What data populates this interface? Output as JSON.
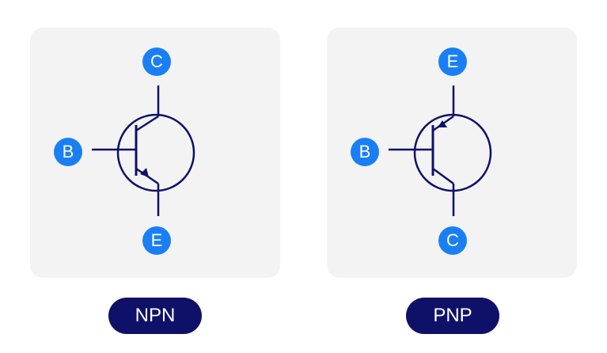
{
  "colors": {
    "panel_bg": "#f3f3f4",
    "badge_bg": "#1a7ff5",
    "pill_bg": "#0f1168",
    "line": "#0f1168"
  },
  "npn": {
    "label": "NPN",
    "terminals": {
      "top": "C",
      "left": "B",
      "bottom": "E"
    }
  },
  "pnp": {
    "label": "PNP",
    "terminals": {
      "top": "E",
      "left": "B",
      "bottom": "C"
    }
  }
}
